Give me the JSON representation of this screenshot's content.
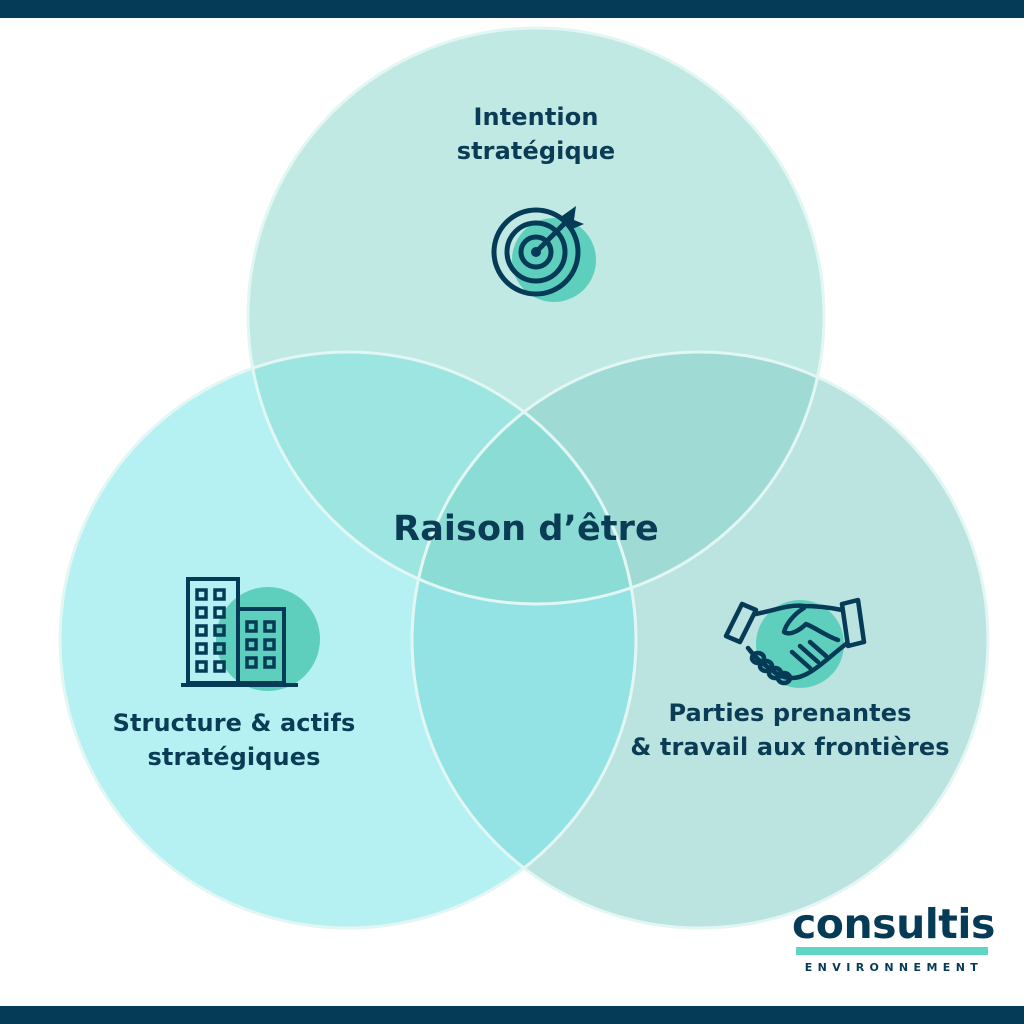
{
  "colors": {
    "navy": "#053b57",
    "top_circle": "#c0e9e3",
    "left_circle": "#b5f1f2",
    "right_circle": "#bbe3df",
    "overlap_top_left": "#9de5e0",
    "overlap_top_right": "#9fdbd4",
    "overlap_left_right": "#94e3e4",
    "overlap_center": "#8cdcd6",
    "accent_blob": "#5fcfbd",
    "outline": "#e2f6f4"
  },
  "venn": {
    "top": {
      "label_line1": "Intention",
      "label_line2": "stratégique",
      "icon": "target-icon"
    },
    "left": {
      "label_line1": "Structure & actifs",
      "label_line2": "stratégiques",
      "icon": "buildings-icon"
    },
    "right": {
      "label_line1": "Parties prenantes",
      "label_line2": "& travail aux frontières",
      "icon": "handshake-icon"
    },
    "center": {
      "label": "Raison d’être"
    }
  },
  "logo": {
    "word": "consultis",
    "subtitle": "ENVIRONNEMENT"
  }
}
